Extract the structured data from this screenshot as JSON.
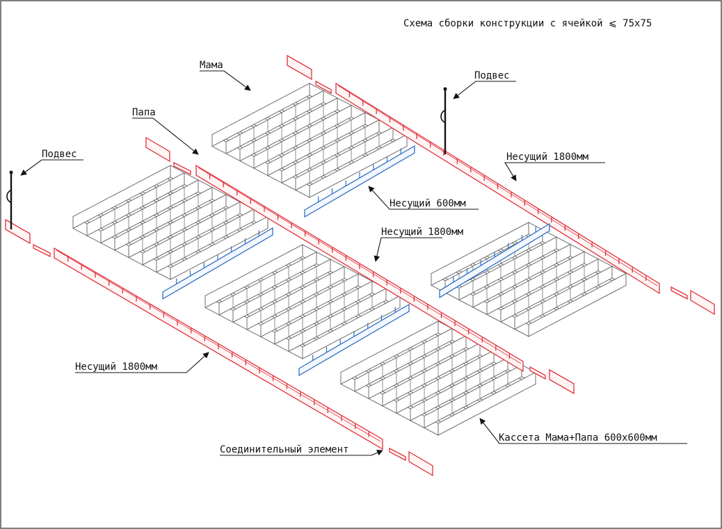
{
  "title": "Схема сборки конструкции с ячейкой ⩽ 75х75",
  "labels": {
    "mama": "Мама",
    "papa": "Папа",
    "podves_right": "Подвес",
    "podves_left": "Подвес",
    "nesushchiy_1800_top": "Несущий 1800мм",
    "nesushchiy_600": "Несущий 600мм",
    "nesushchiy_1800_mid": "Несущий 1800мм",
    "nesushchiy_1800_bottom": "Несущий 1800мм",
    "kasseta": "Кассета Мама+Папа 600х600мм",
    "soedinitelnyy": "Соединительный элемент"
  },
  "colors": {
    "carrier": "#e0303a",
    "cross_rail": "#2f6fc0",
    "grid": "#6e6e6e",
    "leader": "#111111"
  },
  "icons": {
    "hanger": "hanger-icon",
    "arrow": "arrow-icon"
  }
}
